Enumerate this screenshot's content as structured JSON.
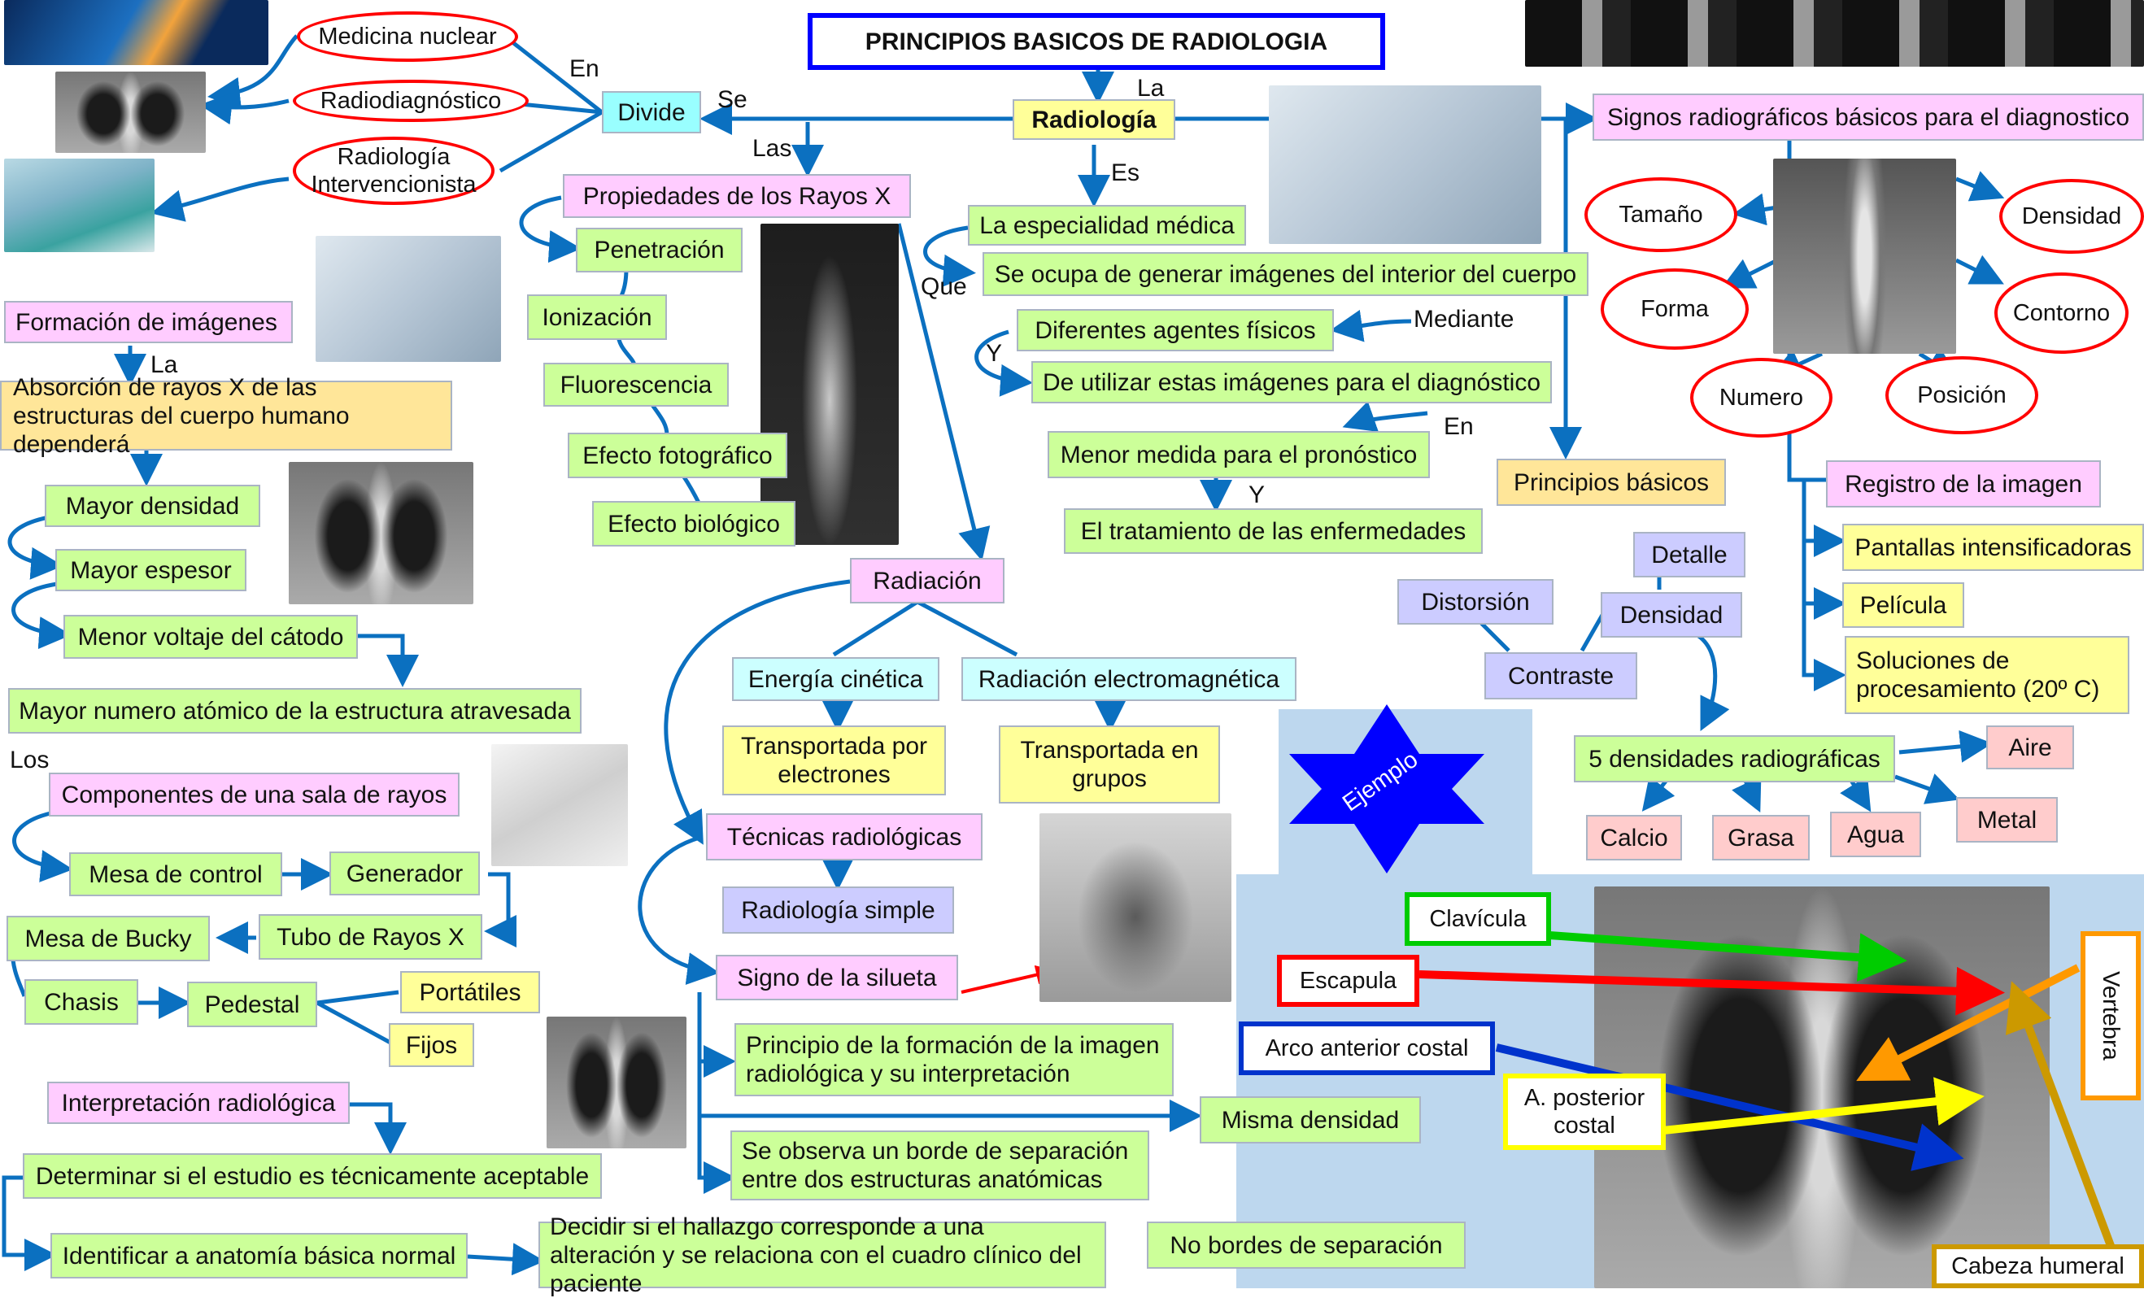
{
  "title": "PRINCIPIOS BASICOS DE RADIOLOGIA",
  "center": {
    "radiologia": "Radiología",
    "la": "La",
    "es": "Es",
    "divide": "Divide",
    "se": "Se",
    "en": "En",
    "las": "Las",
    "que": "Que",
    "mediante": "Mediante",
    "y1": "Y",
    "en2": "En",
    "y2": "Y",
    "especialidad": "La especialidad médica",
    "se_ocupa": "Se ocupa de generar imágenes del interior del cuerpo",
    "agentes": "Diferentes agentes físicos",
    "utilizar": "De utilizar estas imágenes para el diagnóstico",
    "pronostico": "Menor medida para el pronóstico",
    "tratamiento": "El tratamiento de las enfermedades"
  },
  "divisions": [
    "Medicina nuclear",
    "Radiodiagnóstico",
    "Radiología Intervencionista"
  ],
  "propiedades": {
    "title": "Propiedades de los Rayos X",
    "items": [
      "Penetración",
      "Ionización",
      "Fluorescencia",
      "Efecto fotográfico",
      "Efecto biológico"
    ]
  },
  "formacion": {
    "title": "Formación de imágenes",
    "la": "La",
    "absorcion": "Absorción de rayos X de las estructuras del cuerpo humano dependerá",
    "items": [
      "Mayor densidad",
      "Mayor espesor",
      "Menor voltaje del cátodo",
      "Mayor numero atómico de la estructura atravesada"
    ]
  },
  "componentes": {
    "los": "Los",
    "title": "Componentes de una sala de rayos",
    "mesa_control": "Mesa de control",
    "generador": "Generador",
    "mesa_bucky": "Mesa de Bucky",
    "tubo": "Tubo de Rayos X",
    "chasis": "Chasis",
    "pedestal": "Pedestal",
    "portatiles": "Portátiles",
    "fijos": "Fijos"
  },
  "interpretacion": {
    "title": "Interpretación radiológica",
    "determinar": "Determinar si el estudio es técnicamente aceptable",
    "identificar": "Identificar a anatomía básica normal",
    "decidir": "Decidir si el hallazgo corresponde a una alteración y se relaciona con el cuadro clínico del paciente"
  },
  "radiacion": {
    "title": "Radiación",
    "energia": "Energía cinética",
    "electromagnetica": "Radiación electromagnética",
    "transp_electrones": "Transportada por electrones",
    "transp_grupos": "Transportada en grupos",
    "tecnicas": "Técnicas radiológicas",
    "simple": "Radiología simple"
  },
  "silueta": {
    "title": "Signo de la silueta",
    "principio": "Principio de la formación de la imagen radiológica y su interpretación",
    "borde": "Se observa un borde de separación entre dos estructuras anatómicas",
    "misma": "Misma densidad",
    "no_bordes": "No bordes de separación"
  },
  "principios": {
    "title": "Principios básicos",
    "detalle": "Detalle",
    "distorsion": "Distorsión",
    "densidad": "Densidad",
    "contraste": "Contraste",
    "cinco": "5 densidades radiográficas",
    "items": [
      "Calcio",
      "Grasa",
      "Agua",
      "Metal",
      "Aire"
    ]
  },
  "signos": {
    "title": "Signos radiográficos básicos para el diagnostico",
    "items": [
      "Tamaño",
      "Densidad",
      "Forma",
      "Contorno",
      "Numero",
      "Posición"
    ]
  },
  "registro": {
    "title": "Registro de la imagen",
    "items": [
      "Pantallas intensificadoras",
      "Película",
      "Soluciones de procesamiento (20º C)"
    ]
  },
  "ejemplo": {
    "star": "Ejemplo",
    "clavicula": "Clavícula",
    "escapula": "Escapula",
    "arco": "Arco anterior costal",
    "posterior": "A. posterior costal",
    "vertebra": "Vertebra",
    "cabeza": "Cabeza humeral"
  },
  "colors": {
    "title_border": "#0000ff",
    "connector": "#0b70c0",
    "ellipse": "#ff0000",
    "example_bg": "#bdd7ee",
    "clavicula": "#00cc00",
    "escapula": "#ff0000",
    "arco": "#0033cc",
    "posterior": "#ffff00",
    "vertebra": "#ff9900",
    "cabeza": "#cc9900"
  }
}
